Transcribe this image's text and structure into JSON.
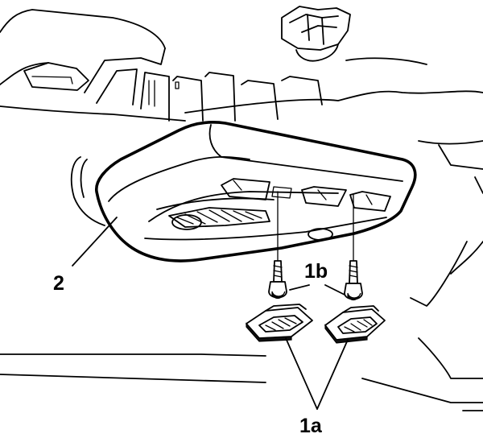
{
  "figure": {
    "background": "#ffffff",
    "ink": "#000000",
    "callouts": {
      "console": "2",
      "screws": "1b",
      "covers": "1a"
    }
  }
}
